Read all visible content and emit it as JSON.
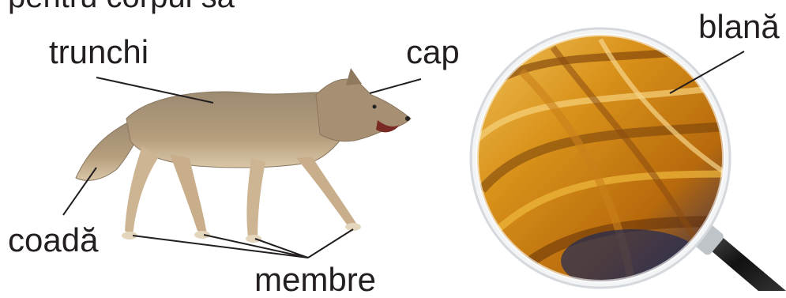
{
  "header_fragment": "pentru corpul să",
  "labels": {
    "trunchi": "trunchi",
    "cap": "cap",
    "coada": "coadă",
    "membre": "membre",
    "blana": "blană"
  },
  "images": {
    "wolf": "wolf-illustration",
    "fur": "fur-closeup",
    "magnifier": "magnifying-glass-icon"
  },
  "colors": {
    "text": "#231f20",
    "line": "#231f20",
    "wolf_body": "#a89274",
    "wolf_light": "#d8c8ae",
    "fur_gold": "#e0a21c",
    "fur_dark": "#6b3a0a",
    "lens_rim": "#e9ecef",
    "handle": "#1c1c1c"
  }
}
